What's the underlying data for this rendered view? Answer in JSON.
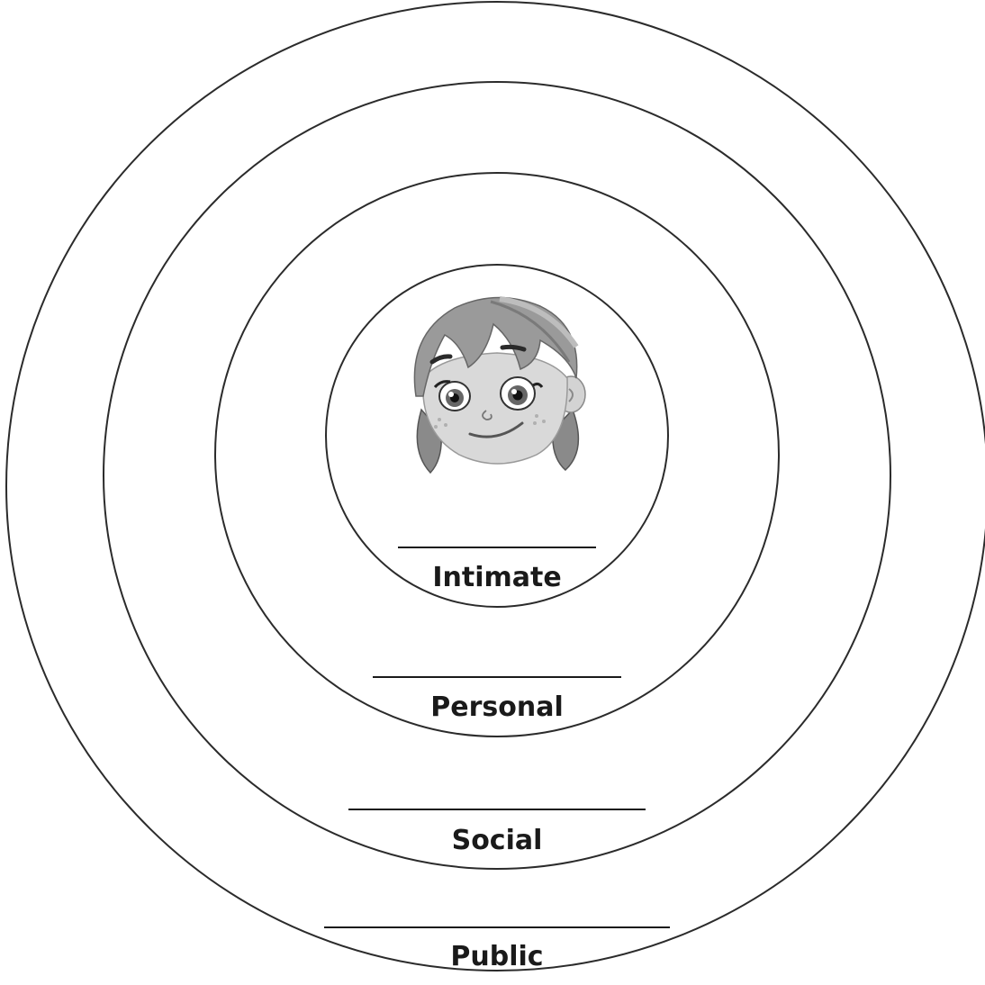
{
  "zones": [
    {
      "id": "intimate",
      "label": "Intimate"
    },
    {
      "id": "personal",
      "label": "Personal"
    },
    {
      "id": "social",
      "label": "Social"
    },
    {
      "id": "public",
      "label": "Public"
    }
  ],
  "center_figure": {
    "icon": "girl-face-icon"
  },
  "colors": {
    "ring": "#2b2b2b",
    "text": "#1a1a1a",
    "background": "#ffffff"
  }
}
